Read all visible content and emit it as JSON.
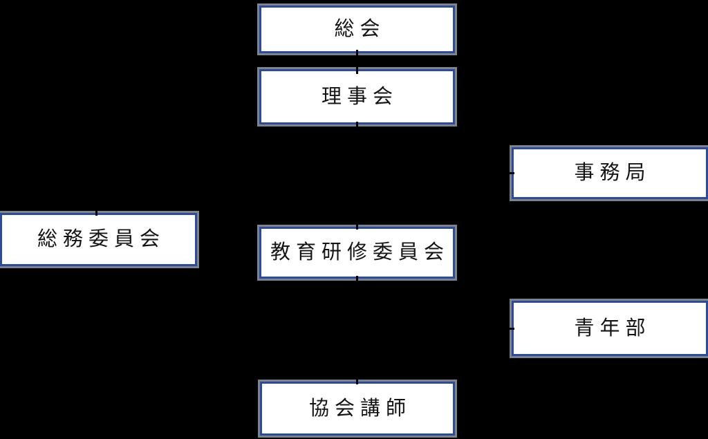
{
  "chart": {
    "type": "org-chart",
    "background_color": "#000000",
    "box_fill_color": "#ffffff",
    "box_border_color": "#2a4ba0",
    "box_halo_color": "#7f838a",
    "text_color": "#141414",
    "connector_color": "#000000",
    "nodes": [
      {
        "id": "soukai",
        "label": "総会"
      },
      {
        "id": "rijikai",
        "label": "理事会"
      },
      {
        "id": "jimukyoku",
        "label": "事務局"
      },
      {
        "id": "soumu-iinkai",
        "label": "総務委員会"
      },
      {
        "id": "kyoiku-kenshu-iinkai",
        "label": "教育研修委員会"
      },
      {
        "id": "seinenbu",
        "label": "青年部"
      },
      {
        "id": "kyokai-koshi",
        "label": "協会講師"
      }
    ],
    "edges": [
      {
        "from": "総会",
        "to": "理事会"
      },
      {
        "from": "理事会",
        "to": "事務局"
      },
      {
        "from": "理事会",
        "to": "総務委員会"
      },
      {
        "from": "理事会",
        "to": "教育研修委員会"
      },
      {
        "from": "教育研修委員会",
        "to": "青年部"
      },
      {
        "from": "教育研修委員会",
        "to": "協会講師"
      }
    ]
  }
}
